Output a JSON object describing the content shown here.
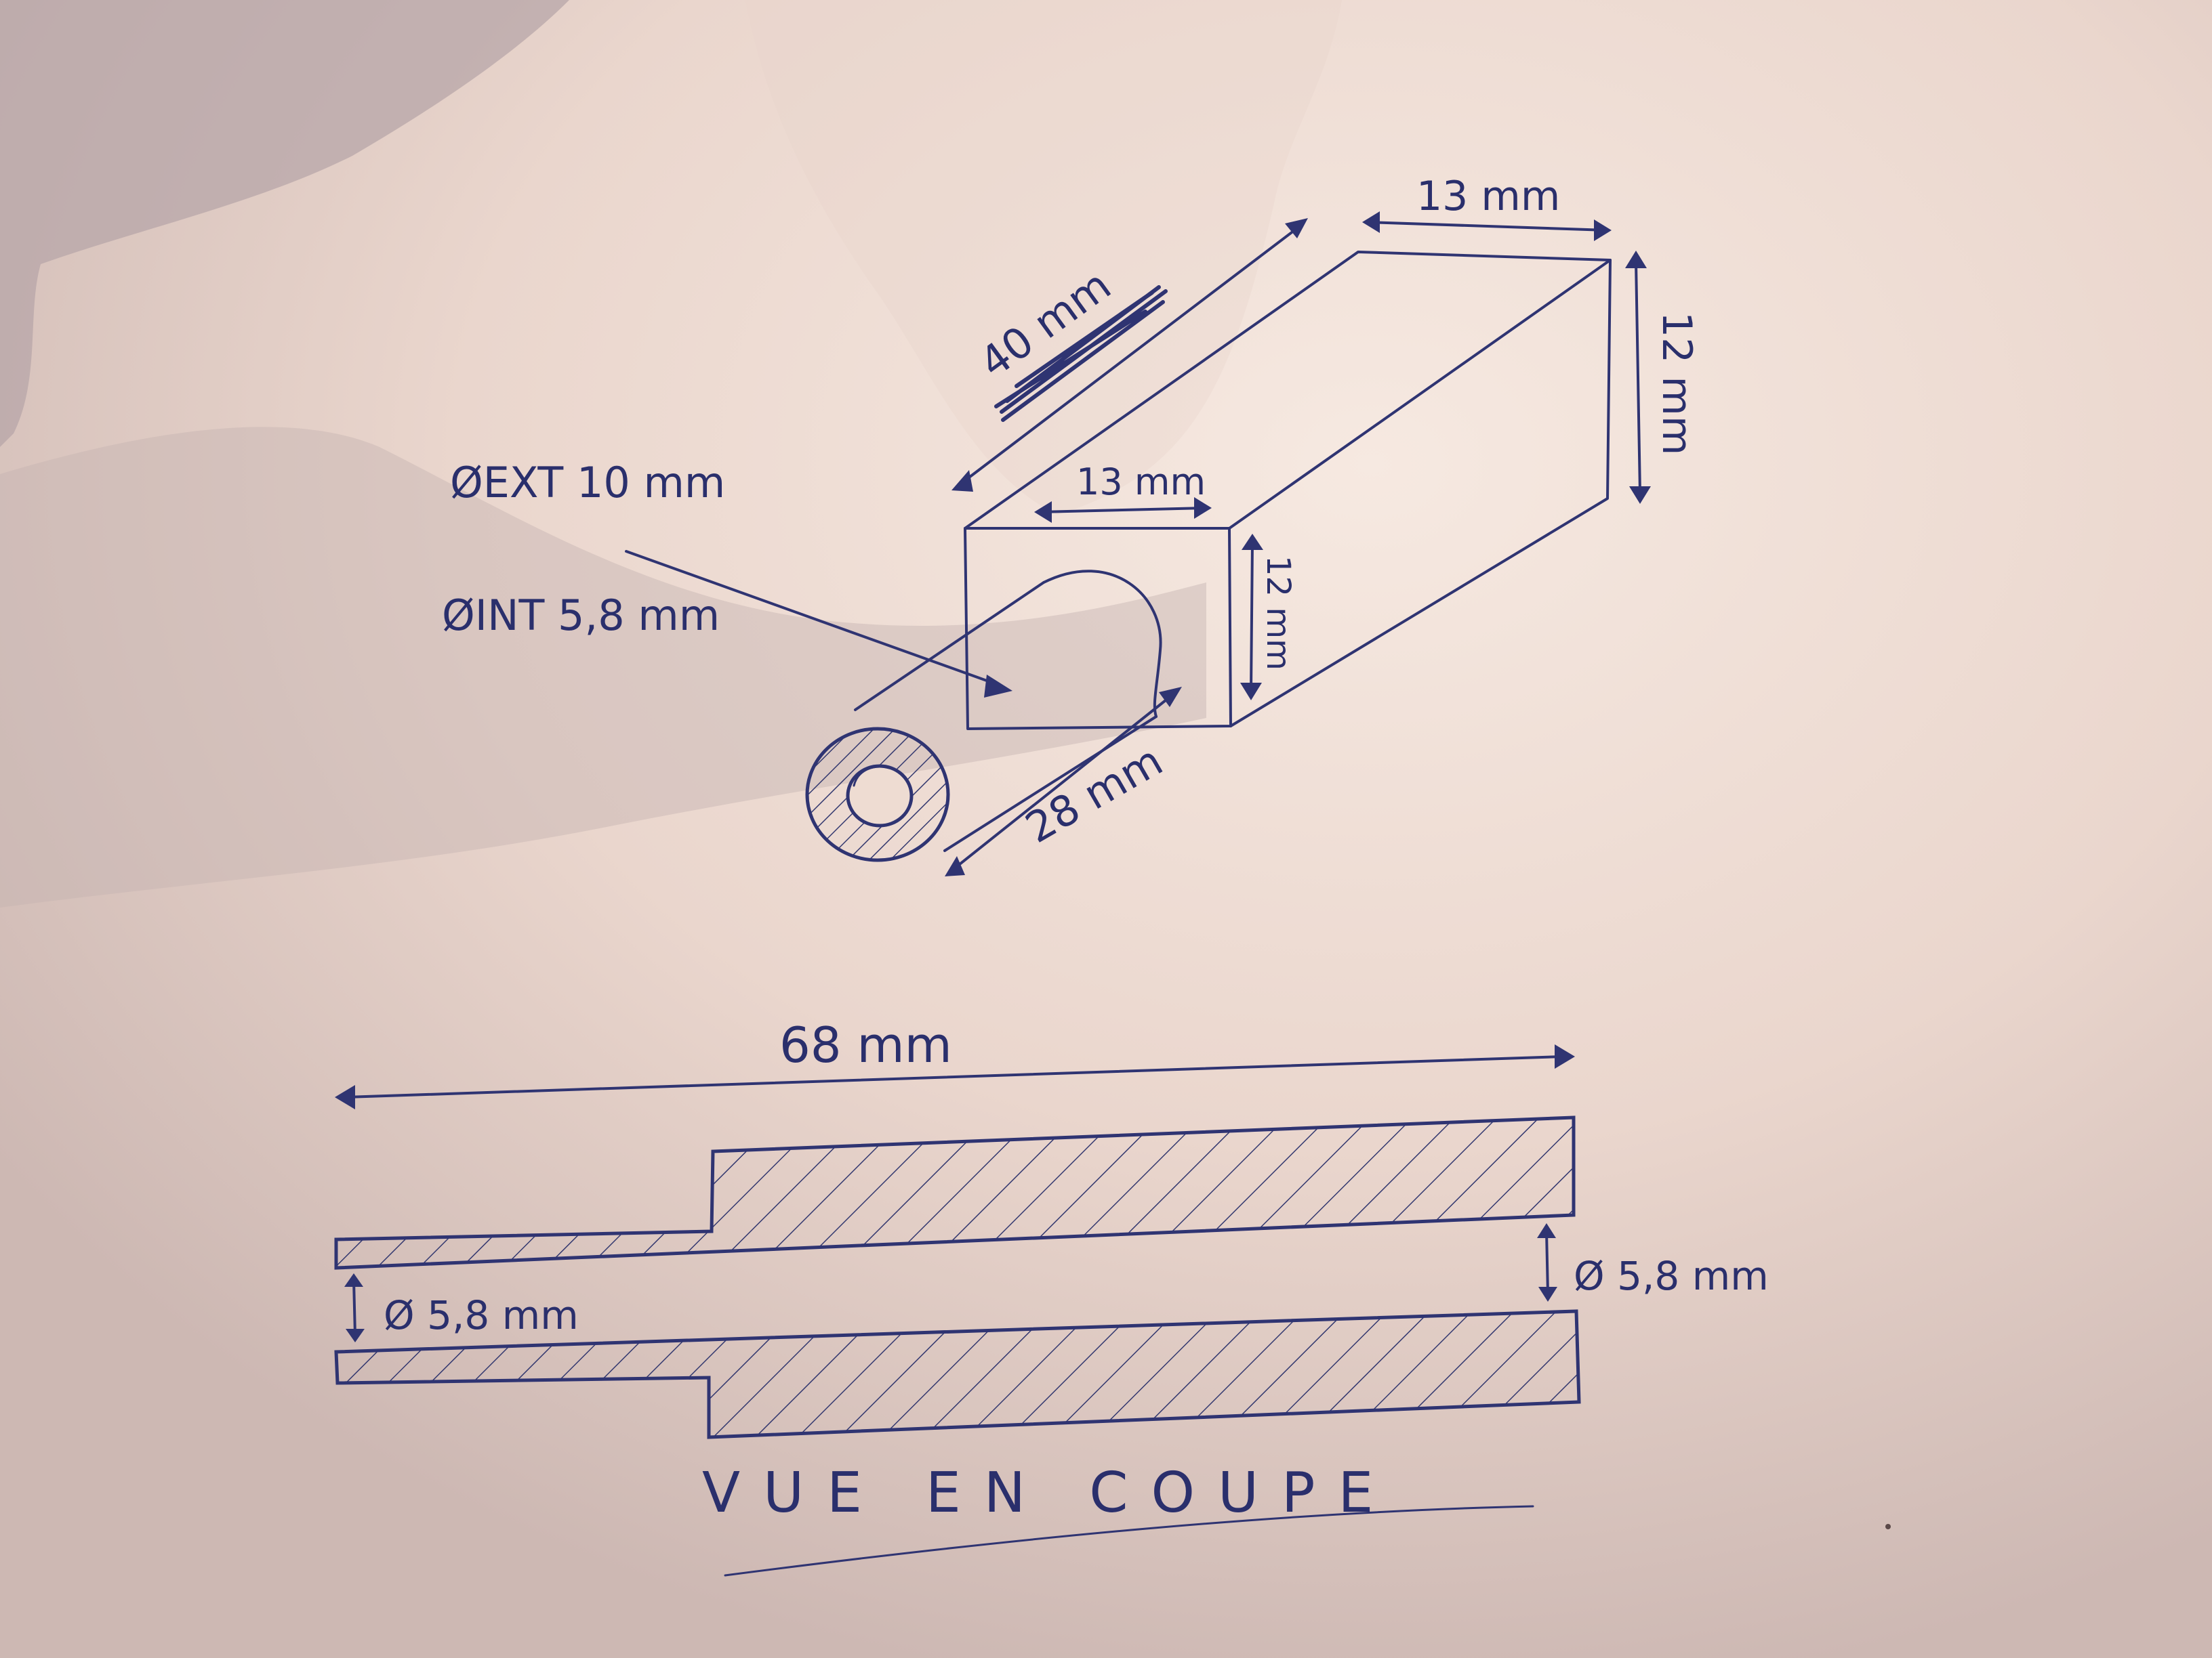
{
  "colors": {
    "paper": "#e9d5cc",
    "paper_lit": "#f4e6dd",
    "shadow": "#b9a8a7",
    "ink": "#2f3472"
  },
  "isometric": {
    "length_total": "40 mm",
    "top_width": "13 mm",
    "side_height": "12 mm",
    "front_width": "13 mm",
    "front_height": "12 mm",
    "tube_length": "28 mm",
    "outer_diameter": "ØEXT 10 mm",
    "inner_diameter": "ØINT 5,8 mm"
  },
  "section": {
    "overall_length": "68 mm",
    "bore_left": "Ø 5,8 mm",
    "bore_right": "Ø 5,8 mm",
    "caption": "VUE EN COUPE"
  }
}
